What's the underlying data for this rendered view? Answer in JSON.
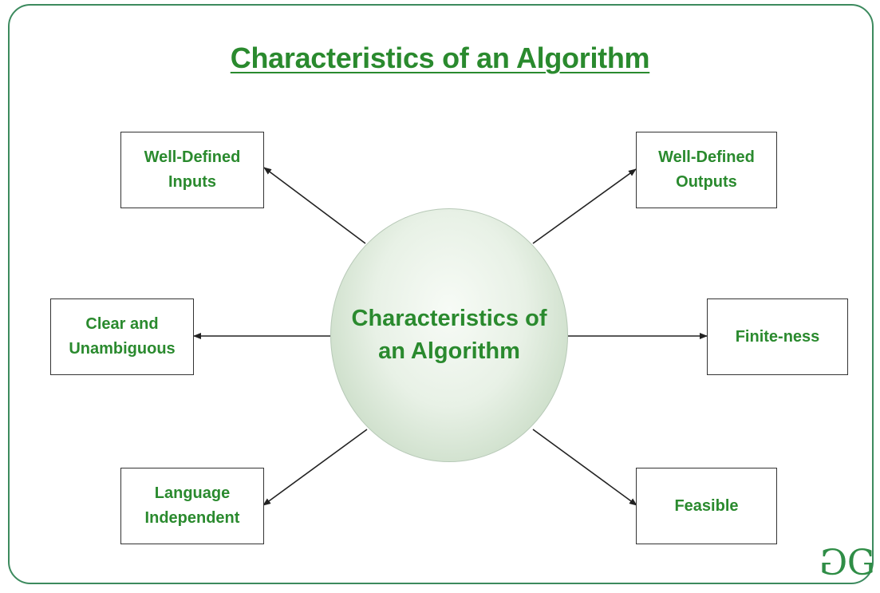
{
  "title": "Characteristics of an Algorithm",
  "center": {
    "line1": "Characteristics of",
    "line2": "an Algorithm"
  },
  "nodes": {
    "well_defined_inputs": {
      "line1": "Well-Defined",
      "line2": "Inputs"
    },
    "well_defined_outputs": {
      "line1": "Well-Defined",
      "line2": "Outputs"
    },
    "clear_unambiguous": {
      "line1": "Clear and",
      "line2": "Unambiguous"
    },
    "finiteness": {
      "line1": "Finite-ness"
    },
    "language_independent": {
      "line1": "Language",
      "line2": "Independent"
    },
    "feasible": {
      "line1": "Feasible"
    }
  },
  "logo": {
    "text": "GG",
    "icon": "geeksforgeeks-logo-icon"
  },
  "colors": {
    "text_green": "#2a8a2e",
    "frame": "#3c8a5e",
    "ellipse_fill": "#e8f1e6",
    "arrow": "#222222"
  }
}
